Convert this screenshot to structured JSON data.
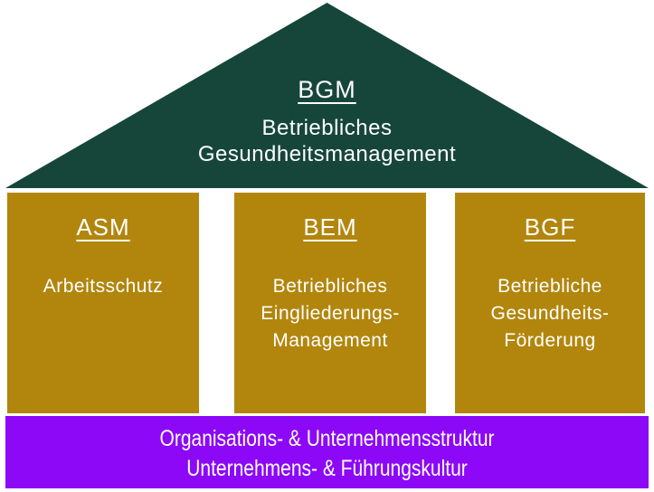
{
  "colors": {
    "roof_green": "#16463a",
    "pillar_gold": "#b2860d",
    "base_purple": "#8c08f7",
    "text_white": "#ffffff"
  },
  "roof": {
    "abbr": "BGM",
    "subtitle_line1": "Betriebliches",
    "subtitle_line2": "Gesundheitsmanagement"
  },
  "pillars": [
    {
      "abbr": "ASM",
      "lines": [
        "Arbeitsschutz"
      ]
    },
    {
      "abbr": "BEM",
      "lines": [
        "Betriebliches",
        "Eingliederungs-",
        "Management"
      ]
    },
    {
      "abbr": "BGF",
      "lines": [
        "Betriebliche",
        "Gesundheits-",
        "Förderung"
      ]
    }
  ],
  "base": {
    "line1": "Organisations- & Unternehmensstruktur",
    "line2": "Unternehmens- & Führungskultur"
  }
}
